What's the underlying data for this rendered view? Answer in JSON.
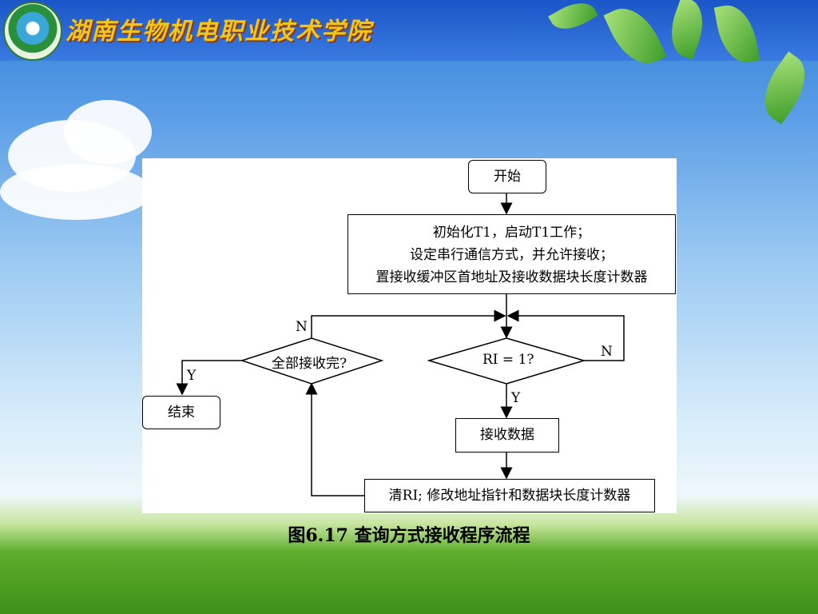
{
  "header": {
    "school_name": "湖南生物机电职业技术学院"
  },
  "flowchart": {
    "start": "开始",
    "init_lines": [
      "初始化T1，启动T1工作；",
      "设定串行通信方式，并允许接收；",
      "置接收缓冲区首地址及接收数据块长度计数器"
    ],
    "check_all": "全部接收完?",
    "check_ri": "RI = 1?",
    "end": "结束",
    "receive": "接收数据",
    "clear": "清RI; 修改地址指针和数据块长度计数器",
    "label_n": "N",
    "label_y": "Y"
  },
  "caption": "图6.17  查询方式接收程序流程"
}
